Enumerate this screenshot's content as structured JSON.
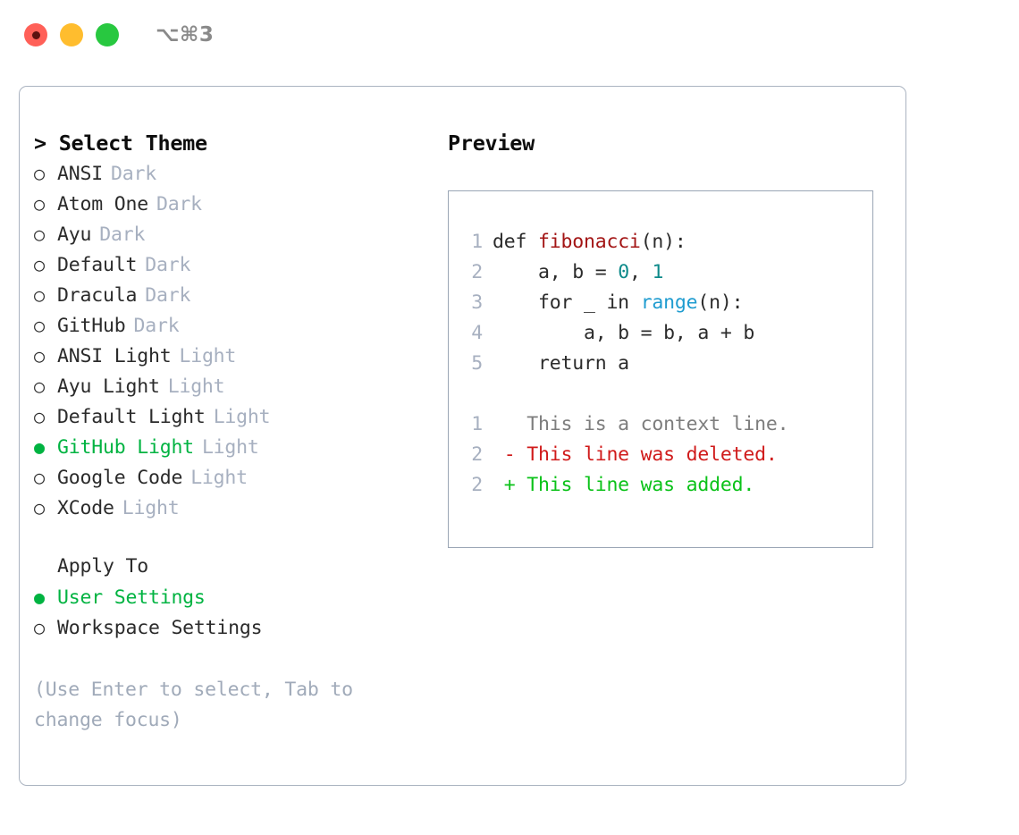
{
  "titlebar": {
    "shortcut": "⌥⌘3",
    "buttons": [
      {
        "name": "close",
        "color": "#ff6058"
      },
      {
        "name": "minimize",
        "color": "#ffbd2e"
      },
      {
        "name": "maximize",
        "color": "#28c840"
      }
    ]
  },
  "left": {
    "header": "> Select Theme",
    "themes": [
      {
        "bullet": "○",
        "name": "ANSI",
        "category": "Dark",
        "selected": false
      },
      {
        "bullet": "○",
        "name": "Atom One",
        "category": "Dark",
        "selected": false
      },
      {
        "bullet": "○",
        "name": "Ayu",
        "category": "Dark",
        "selected": false
      },
      {
        "bullet": "○",
        "name": "Default",
        "category": "Dark",
        "selected": false
      },
      {
        "bullet": "○",
        "name": "Dracula",
        "category": "Dark",
        "selected": false
      },
      {
        "bullet": "○",
        "name": "GitHub",
        "category": "Dark",
        "selected": false
      },
      {
        "bullet": "○",
        "name": "ANSI Light",
        "category": "Light",
        "selected": false
      },
      {
        "bullet": "○",
        "name": "Ayu Light",
        "category": "Light",
        "selected": false
      },
      {
        "bullet": "○",
        "name": "Default Light",
        "category": "Light",
        "selected": false
      },
      {
        "bullet": "●",
        "name": "GitHub Light",
        "category": "Light",
        "selected": true
      },
      {
        "bullet": "○",
        "name": "Google Code",
        "category": "Light",
        "selected": false
      },
      {
        "bullet": "○",
        "name": "XCode",
        "category": "Light",
        "selected": false
      }
    ],
    "apply_to": {
      "title": "Apply To",
      "options": [
        {
          "bullet": "●",
          "label": "User Settings",
          "selected": true
        },
        {
          "bullet": "○",
          "label": "Workspace Settings",
          "selected": false
        }
      ]
    },
    "hint": "(Use Enter to select, Tab to change focus)"
  },
  "right": {
    "header": "Preview",
    "code": [
      {
        "ln": "1",
        "tokens": [
          {
            "t": "def ",
            "c": "plain"
          },
          {
            "t": "fibonacci",
            "c": "func"
          },
          {
            "t": "(n):",
            "c": "plain"
          }
        ]
      },
      {
        "ln": "2",
        "tokens": [
          {
            "t": "    a, b = ",
            "c": "plain"
          },
          {
            "t": "0",
            "c": "num"
          },
          {
            "t": ", ",
            "c": "plain"
          },
          {
            "t": "1",
            "c": "num"
          }
        ]
      },
      {
        "ln": "3",
        "tokens": [
          {
            "t": "    for _ in ",
            "c": "plain"
          },
          {
            "t": "range",
            "c": "call"
          },
          {
            "t": "(n):",
            "c": "plain"
          }
        ]
      },
      {
        "ln": "4",
        "tokens": [
          {
            "t": "        a, b = b, a + b",
            "c": "plain"
          }
        ]
      },
      {
        "ln": "5",
        "tokens": [
          {
            "t": "    return a",
            "c": "plain"
          }
        ]
      }
    ],
    "diff": [
      {
        "ln": "1",
        "marker": " ",
        "text": "This is a context line.",
        "kind": "ctx"
      },
      {
        "ln": "2",
        "marker": "-",
        "text": "This line was deleted.",
        "kind": "del"
      },
      {
        "ln": "2",
        "marker": "+",
        "text": "This line was added.",
        "kind": "add"
      }
    ]
  },
  "colors": {
    "accent_green": "#00b341",
    "muted": "#a7b0c0",
    "border": "#aab3c0",
    "preview_border": "#9aa5b5",
    "func_red": "#a31515",
    "num_teal": "#0d8a8a",
    "call_blue": "#1f9cd0",
    "diff_del": "#d01b1b",
    "diff_add": "#0bc219",
    "diff_ctx": "#7d7d7d"
  }
}
